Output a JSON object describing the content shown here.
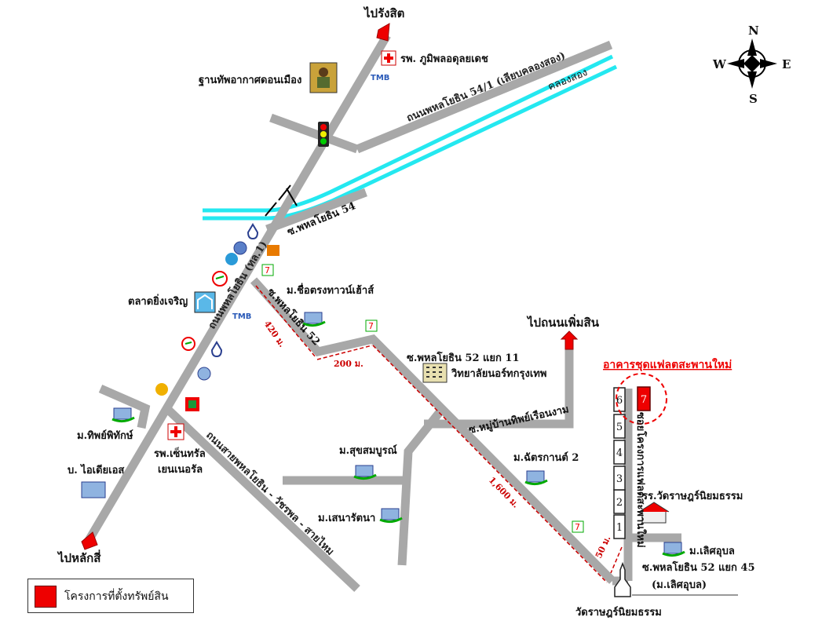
{
  "colors": {
    "road": "#a8a8a8",
    "canal": "#24e8f0",
    "accent": "#e00000",
    "route": "#cc0000"
  },
  "directions": {
    "to_rangsit": "ไปรังสิต",
    "to_laksi": "ไปหลักสี่",
    "to_phermsin": "ไปถนนเพิ่มสิน"
  },
  "compass": {
    "n": "N",
    "s": "S",
    "e": "E",
    "w": "W"
  },
  "roads": {
    "main": "ถนนพหลโยธิน (ทล.1)",
    "road54_1": "ถนนพหลโยธิน 54/1 (เลียบคลองสอง)",
    "canal": "คลองสอง",
    "soi54": "ซ.พหลโยธิน 54",
    "soi52": "ซ.พหลโยธิน 52",
    "soi52_11": "ซ.พหลโยธิน 52 แยก 11",
    "village_road": "ซ.หมู่บ้านทิพย์เรือนงาม",
    "soi_project": "ซอยโครงการแฟลตสะพานใหม่",
    "soi52_45": "ซ.พหลโยธิน 52 แยก 45",
    "soi52_45_sub": "(ม.เลิศอุบล)",
    "watcharapol": "ถนนสายพหลโยธิน - วัชรพล - สายไหม"
  },
  "places": {
    "airbase": "ฐานทัพอากาศดอนเมือง",
    "bhumibol": "รพ. ภูมิพลอดุลยเดช",
    "market": "ตลาดยิ่งเจริญ",
    "chue_trong": "ม.ชื่อตรงทาวน์เฮ้าส์",
    "college": "วิทยาลัยนอร์ทกรุงเทพ",
    "thipphithak": "ม.ทิพย์พิทักษ์",
    "central_hosp": "รพ.เซ็นทรัล",
    "central_hosp2": "เยนเนอรัล",
    "ideas": "บ. ไอเดียเอส",
    "sukhsomboon": "ม.สุขสมบูรณ์",
    "senarat": "ม.เสนารัตนา",
    "chatkan": "ม.ฉัตรกานต์ 2",
    "school": "รร.วัดราษฎร์นิยมธรรม",
    "lertubon": "ม.เลิศอุบล",
    "temple": "วัดราษฎร์นิยมธรรม",
    "tmb": "TMB"
  },
  "distances": {
    "d420": "420 ม.",
    "d200": "200 ม.",
    "d1600": "1,600 ม.",
    "d50": "50 ม."
  },
  "project_title": "อาคารชุดแฟลตสะพานใหม่",
  "buildings": [
    "1",
    "2",
    "3",
    "4",
    "5",
    "6",
    "7"
  ],
  "legend": {
    "label": "โครงการที่ตั้งทรัพย์สิน"
  }
}
